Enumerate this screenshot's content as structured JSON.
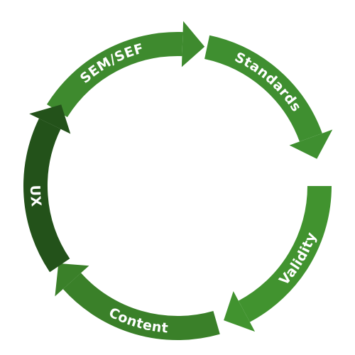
{
  "diagram": {
    "type": "cycle",
    "segments": [
      {
        "label": "SEM/SEF",
        "color": "#3e8a2e",
        "direction": "clockwise"
      },
      {
        "label": "Standards",
        "color": "#3f8f30",
        "direction": "clockwise"
      },
      {
        "label": "Validity",
        "color": "#41932f",
        "direction": "clockwise"
      },
      {
        "label": "Content",
        "color": "#3a8029",
        "direction": "clockwise"
      },
      {
        "label": "UX",
        "color": "#23521a",
        "direction": "clockwise"
      }
    ],
    "edge_color": "#1d4a14",
    "background": "#ffffff"
  }
}
